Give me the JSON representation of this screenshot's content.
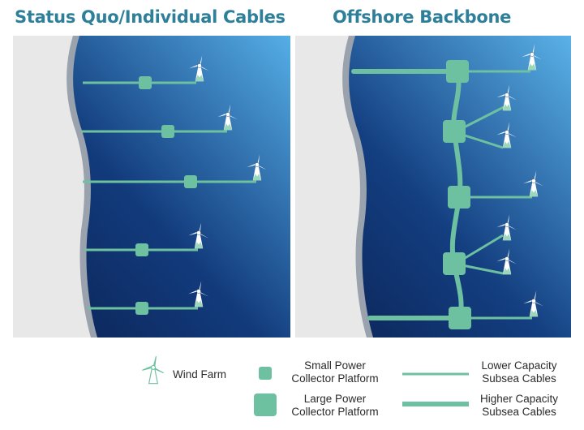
{
  "titles": {
    "left": "Status Quo/Individual Cables",
    "right": "Offshore Backbone"
  },
  "legend": {
    "wind_farm": "Wind Farm",
    "small_platform_line1": "Small Power",
    "small_platform_line2": "Collector Platform",
    "large_platform_line1": "Large Power",
    "large_platform_line2": "Collector Platform",
    "lower_cable_line1": "Lower Capacity",
    "lower_cable_line2": "Subsea Cables",
    "higher_cable_line1": "Higher Capacity",
    "higher_cable_line2": "Subsea Cables"
  },
  "colors": {
    "title": "#2e7f99",
    "cable": "#6dc0a0",
    "platform": "#6dc0a0",
    "ocean_deep": "#0e2a5c",
    "ocean_light": "#4aa0dc",
    "land": "#e8e8e8",
    "turbine": "#ffffff"
  },
  "icons": {
    "wind_farm": "wind-turbine-icon",
    "small_platform": "small-platform-icon",
    "large_platform": "large-platform-icon",
    "lower_cable": "thin-cable-icon",
    "higher_cable": "thick-cable-icon"
  }
}
